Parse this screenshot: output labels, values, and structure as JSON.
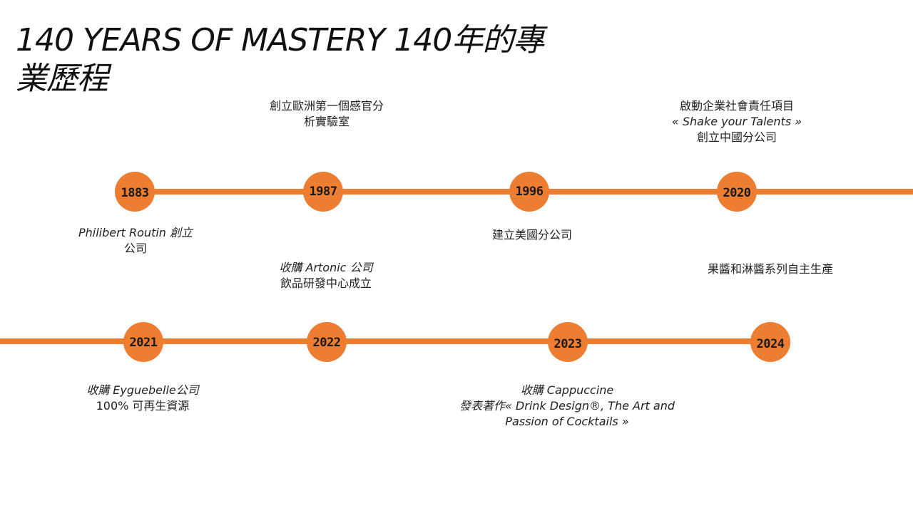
{
  "title": "140 YEARS OF MASTERY 140年的專業歷程",
  "colors": {
    "accent": "#ED7D31",
    "text": "#222222"
  },
  "milestones": [
    {
      "year": "1883",
      "text": [
        "Philibert Routin 創立",
        "公司"
      ]
    },
    {
      "year": "1987",
      "text": [
        "創立歐洲第一個感官分",
        "析實驗室"
      ]
    },
    {
      "year": "1996",
      "text": [
        "建立美國分公司"
      ]
    },
    {
      "year": "2020",
      "text": [
        "啟動企業社會責任項目",
        "« Shake your Talents »",
        "創立中國分公司"
      ]
    },
    {
      "year": "2021",
      "text": [
        "收購 Eyguebelle公司",
        "100% 可再生資源"
      ]
    },
    {
      "year": "2022",
      "text": [
        "收購 Artonic 公司",
        "飲品研發中心成立"
      ]
    },
    {
      "year": "2023",
      "text": [
        "收購 Cappuccine",
        "發表著作« Drink Design®, The Art and",
        "Passion of Cocktails »"
      ]
    },
    {
      "year": "2024",
      "text": [
        "果醬和淋醬系列自主生產"
      ]
    }
  ]
}
